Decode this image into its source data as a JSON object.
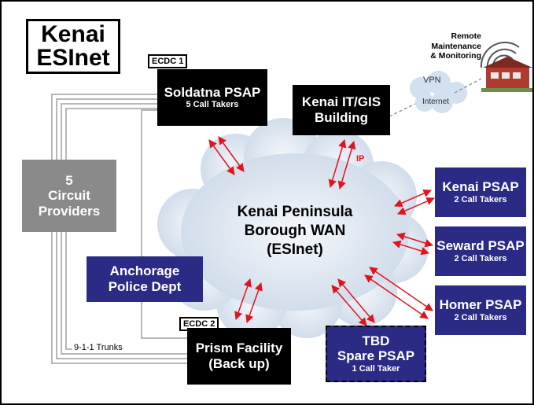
{
  "title": {
    "line1": "Kenai",
    "line2": "ESInet"
  },
  "cloud": {
    "line1": "Kenai Peninsula",
    "line2": "Borough WAN",
    "line3": "(ESInet)"
  },
  "nodes": {
    "soldatna": {
      "tag": "ECDC 1",
      "name": "Soldatna PSAP",
      "sub": "5 Call Takers"
    },
    "it_gis": {
      "line1": "Kenai IT/GIS",
      "line2": "Building"
    },
    "providers": {
      "line1": "5",
      "line2": "Circuit",
      "line3": "Providers"
    },
    "anchorage": {
      "line1": "Anchorage",
      "line2": "Police Dept"
    },
    "prism": {
      "tag": "ECDC 2",
      "line1": "Prism Facility",
      "line2": "(Back up)"
    },
    "tbd": {
      "line1": "TBD",
      "line2": "Spare PSAP",
      "sub": "1 Call Taker"
    },
    "kenai_psap": {
      "name": "Kenai PSAP",
      "sub": "2 Call Takers"
    },
    "seward_psap": {
      "name": "Seward PSAP",
      "sub": "2 Call Takers"
    },
    "homer_psap": {
      "name": "Homer PSAP",
      "sub": "2 Call Takers"
    }
  },
  "remote": {
    "line1": "Remote",
    "line2": "Maintenance",
    "line3": "& Monitoring"
  },
  "labels": {
    "vpn": "VPN",
    "internet": "Internet",
    "ip": "IP",
    "trunks": "9-1-1 Trunks"
  },
  "colors": {
    "black_box": "#000000",
    "navy_box": "#2b2b86",
    "gray_box": "#8a8a8a",
    "arrow": "#e0141e",
    "cloud": "#d6e1ee"
  }
}
